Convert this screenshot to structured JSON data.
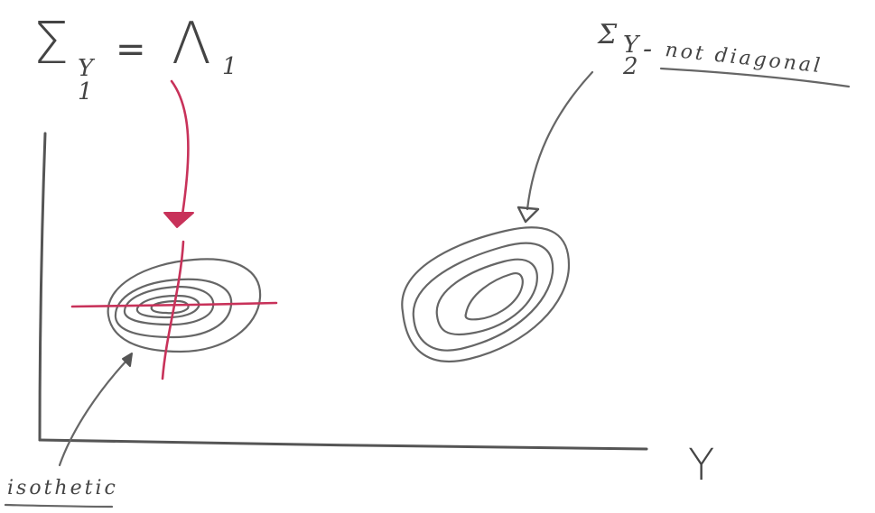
{
  "header_left": {
    "sigma_symbol": "Σ",
    "sigma_subscript": "Y",
    "sigma_subscript_index": "1",
    "equals": "=",
    "lambda_symbol": "Λ",
    "lambda_subscript": "1"
  },
  "header_right": {
    "sigma_symbol": "Σ",
    "sigma_subscript": "Y",
    "sigma_subscript_index": "2",
    "dash": "-",
    "note": "not diagonal"
  },
  "axis": {
    "x_label": "Y"
  },
  "annotation": {
    "left_label": "isothetic"
  },
  "colors": {
    "ink": "#555555",
    "red": "#c8325a",
    "background": "#ffffff"
  }
}
